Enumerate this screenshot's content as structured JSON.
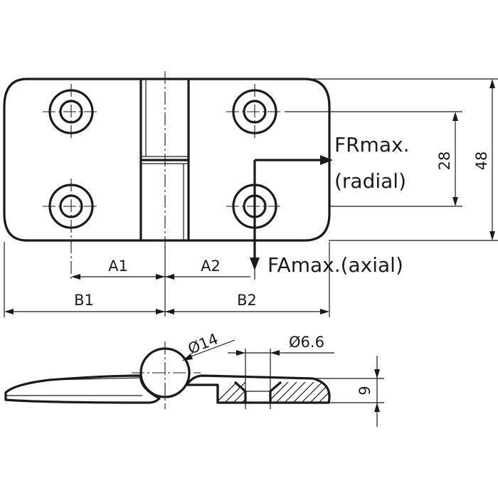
{
  "labels": {
    "radial_force_line1": "FRmax.",
    "radial_force_line2": "(radial)",
    "axial_force": "FAmax.(axial)",
    "dim_a1": "A1",
    "dim_a2": "A2",
    "dim_b1": "B1",
    "dim_b2": "B2",
    "dim_hole_spacing": "28",
    "dim_total_height": "48",
    "dim_knuckle_diameter": "Ø14",
    "dim_hole_diameter": "Ø6.6",
    "dim_thickness": "9"
  }
}
